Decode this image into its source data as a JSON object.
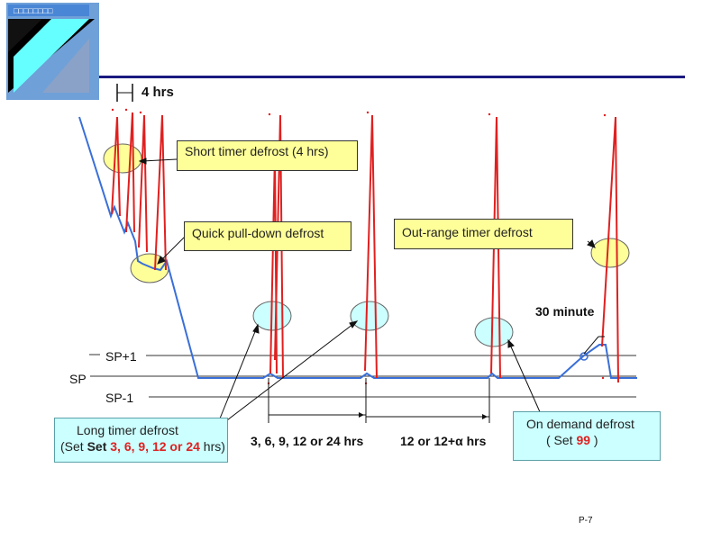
{
  "annotations": {
    "four_hrs": "4 hrs",
    "short_timer": "Short timer defrost (4 hrs)",
    "quick_pulldown": "Quick pull-down defrost",
    "out_range": "Out-range timer defrost",
    "thirty_minute": "30 minute",
    "sp_plus_1": "SP+1",
    "sp": "SP",
    "sp_minus_1": "SP-1",
    "interval_1": "3, 6, 9, 12 or 24 hrs",
    "interval_2": "12 or 12+α hrs"
  },
  "long_timer": {
    "title": "Long timer defrost",
    "set_open": "(Set ",
    "set_values": "3, 6, 9, 12 or 24",
    "set_close": " hrs)"
  },
  "on_demand": {
    "title": "On demand defrost",
    "set_open": "( Set ",
    "set_values": "99",
    "set_close": " )"
  },
  "page_number": "P-7",
  "colors": {
    "curve": "#3a6fd8",
    "defrost_spike": "#e02020",
    "rule_line": "#1a1a80",
    "highlight": "#e02020",
    "logo_back": "#6fa0d8",
    "logo_cyan": "#66ffff"
  }
}
